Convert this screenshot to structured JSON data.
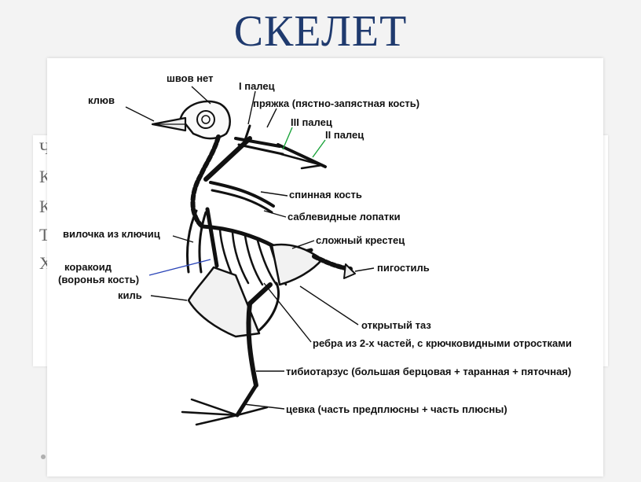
{
  "title": "СКЕЛЕТ",
  "background_letters": [
    "Ч",
    "К",
    "К",
    "Т",
    "Х"
  ],
  "colors": {
    "title": "#1f3a6e",
    "leader_black": "#111111",
    "leader_green": "#1aa33a",
    "leader_blue": "#2b45b8"
  },
  "labels": {
    "beak": "клюв",
    "no_sutures": "швов нет",
    "digit_1": "I палец",
    "buckle": "пряжка (пястно-запястная кость)",
    "digit_3": "III палец",
    "digit_2": "II палец",
    "dorsal_bone": "спинная кость",
    "scapulae": "саблевидные лопатки",
    "furcula": "вилочка из ключиц",
    "synsacrum": "сложный крестец",
    "coracoid": "коракоид",
    "coracoid_alt": "(воронья кость)",
    "pygostyle": "пигостиль",
    "keel": "киль",
    "open_pelvis": "открытый таз",
    "ribs": "ребра из 2-х частей, с крючковидными отростками",
    "tibiotarsus": "тибиотарзус (большая берцовая + таранная + пяточная)",
    "tarsometatarsus": "цевка (часть предплюсны + часть плюсны)"
  }
}
